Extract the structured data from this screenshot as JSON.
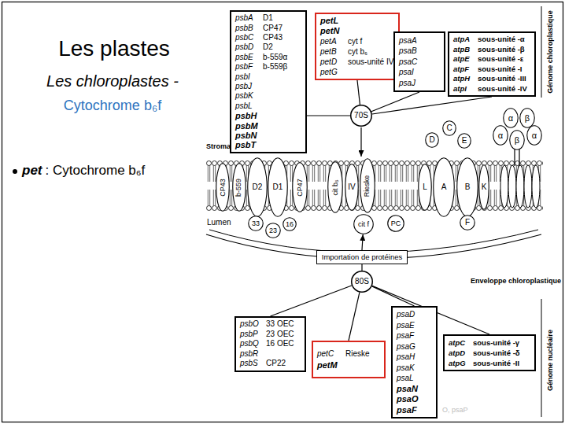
{
  "diagram": {
    "title": "Les plastes",
    "nodes": [
      {
        "text": [
          "psbA",
          "D1",
          "psbB",
          "CP47",
          "psbC",
          "CP43",
          "psbD",
          "D2",
          "psbE",
          "b-559α",
          "psbF",
          "b-559β",
          "psbI",
          "psbJ",
          "psbK",
          "psbL",
          "psbH",
          "psbM",
          "psbN",
          "psbT"
        ]
      },
      {
        "text": [
          "petL",
          "petN",
          "petA",
          "cyt f",
          "petB",
          "cyt b₆",
          "petD",
          "sous-unité IV",
          "petG"
        ]
      },
      {
        "text": [
          "psaA",
          "psaB",
          "psaC",
          "psaI",
          "psaJ"
        ]
      },
      {
        "text": [
          "atpA",
          "sous-unité -α",
          "atpB",
          "sous-unité -β",
          "atpE",
          "sous-unité -ε",
          "atpF",
          "sous-unité -I",
          "atpH",
          "sous-unité -III",
          "atpI",
          "sous-unité -IV"
        ]
      },
      {
        "text": [
          "70S"
        ]
      },
      {
        "text": [
          "CP43"
        ]
      },
      {
        "text": [
          "b-559"
        ]
      },
      {
        "text": [
          "D2"
        ]
      },
      {
        "text": [
          "D1"
        ]
      },
      {
        "text": [
          "CP47"
        ]
      },
      {
        "text": [
          "cit b₆"
        ]
      },
      {
        "text": [
          "IV"
        ]
      },
      {
        "text": [
          "Rieske"
        ]
      },
      {
        "text": [
          "D"
        ]
      },
      {
        "text": [
          "C"
        ]
      },
      {
        "text": [
          "E"
        ]
      },
      {
        "text": [
          "L"
        ]
      },
      {
        "text": [
          "A"
        ]
      },
      {
        "text": [
          "B"
        ]
      },
      {
        "text": [
          "K"
        ]
      },
      {
        "text": [
          "α"
        ]
      },
      {
        "text": [
          "β"
        ]
      },
      {
        "text": [
          "α"
        ]
      },
      {
        "text": [
          "β"
        ]
      },
      {
        "text": [
          "α"
        ]
      },
      {
        "text": [
          "33"
        ]
      },
      {
        "text": [
          "23"
        ]
      },
      {
        "text": [
          "16"
        ]
      },
      {
        "text": [
          "cit f"
        ]
      },
      {
        "text": [
          "PC"
        ]
      },
      {
        "text": [
          "F"
        ]
      },
      {
        "text": [
          "Importation de protéines"
        ]
      },
      {
        "text": [
          "80S"
        ]
      },
      {
        "text": [
          "psbO",
          "33 OEC",
          "psbP",
          "23 OEC",
          "psbQ",
          "16 OEC",
          "psbR",
          "psbS",
          "CP22"
        ]
      },
      {
        "text": [
          "petC",
          "Rieske",
          "petM"
        ]
      },
      {
        "text": [
          "psaD",
          "psaE",
          "psaF",
          "psaG",
          "psaH",
          "psaK",
          "psaL",
          "psaN",
          "psaO",
          "psaF"
        ]
      },
      {
        "text": [
          "atpC",
          "sous-unité -γ",
          "atpD",
          "sous-unité -δ",
          "atpG",
          "sous-unité -II"
        ]
      }
    ],
    "edges": [
      {
        "from": 0,
        "to": 4,
        "arrow": "none"
      },
      {
        "from": 1,
        "to": 4,
        "arrow": "none"
      },
      {
        "from": 2,
        "to": 4,
        "arrow": "none"
      },
      {
        "from": 3,
        "to": 4,
        "arrow": "none"
      },
      {
        "from": 32,
        "to": 31,
        "arrow": "none"
      },
      {
        "from": 31,
        "to": 28,
        "arrow": "to"
      },
      {
        "from": 32,
        "to": 33,
        "arrow": "none"
      },
      {
        "from": 32,
        "to": 34,
        "arrow": "none"
      },
      {
        "from": 32,
        "to": 35,
        "arrow": "none"
      },
      {
        "from": 32,
        "to": 36,
        "arrow": "none"
      }
    ],
    "labels": [
      "Les chloroplastes -",
      "Cytochrome b₆f",
      "pet",
      ": Cytochrome b₆f",
      "Stroma",
      "Lumen",
      "Enveloppe chloroplastique",
      "Génome chloroplastique",
      "Génome nucléaire",
      "O, psaP"
    ]
  }
}
